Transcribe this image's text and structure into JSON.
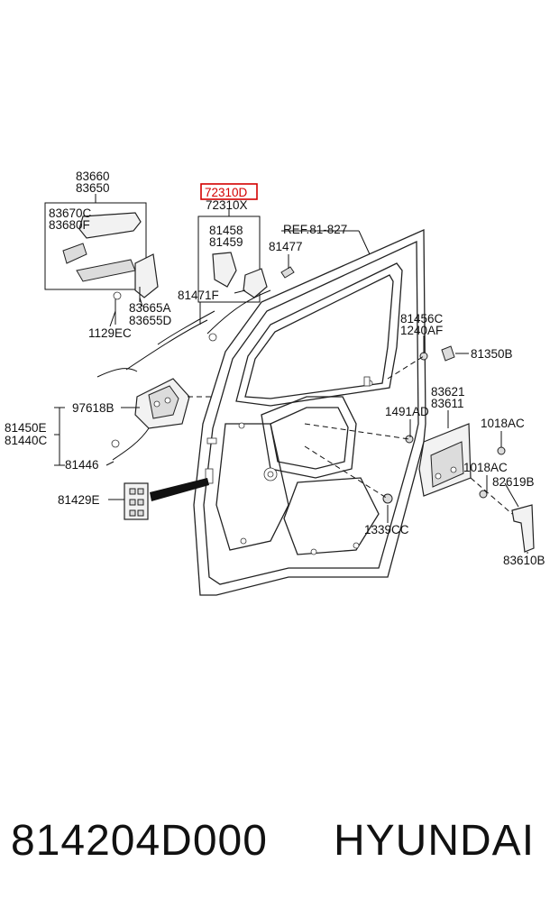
{
  "labels": {
    "l83660": "83660",
    "l83650": "83650",
    "l83670C": "83670C",
    "l83680F": "83680F",
    "l83665A": "83665A",
    "l83655D": "83655D",
    "l1129EC": "1129EC",
    "l72310D": "72310D",
    "l72310X": "72310X",
    "l81458": "81458",
    "l81459": "81459",
    "l81477": "81477",
    "l81471F": "81471F",
    "lREF": "REF.81-827",
    "l81456C": "81456C",
    "l1240AF": "1240AF",
    "l81350B": "81350B",
    "l97618B": "97618B",
    "l81450E": "81450E",
    "l81440C": "81440C",
    "l81446": "81446",
    "l81429E": "81429E",
    "l83621": "83621",
    "l83611": "83611",
    "l1491AD": "1491AD",
    "l1018AC_1": "1018AC",
    "l1018AC_2": "1018AC",
    "l82619B": "82619B",
    "l1339CC": "1339CC",
    "l83610B": "83610B"
  },
  "footer": {
    "part_number": "814204D000",
    "brand": "HYUNDAI"
  },
  "colors": {
    "highlight": "#d40000",
    "ink": "#111111"
  }
}
